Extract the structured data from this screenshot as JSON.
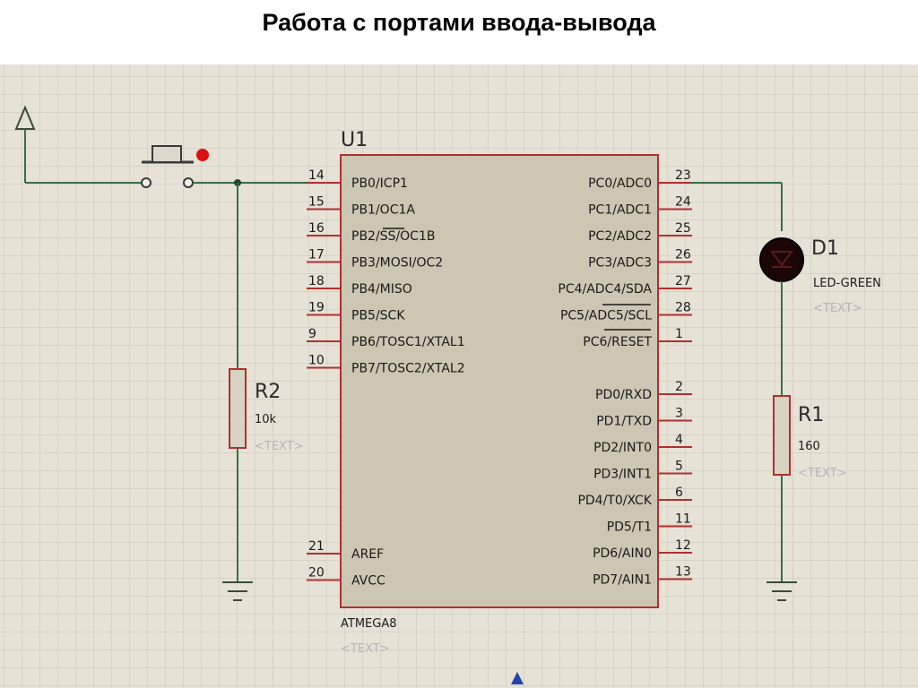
{
  "title": "Работа с портами ввода-вывода",
  "chip": {
    "ref": "U1",
    "part": "ATMEGA8",
    "text_placeholder": "<TEXT>",
    "left_pins": [
      {
        "num": "14",
        "name": "PB0/ICP1"
      },
      {
        "num": "15",
        "name": "PB1/OC1A"
      },
      {
        "num": "16",
        "name": "PB2/SS/OC1B"
      },
      {
        "num": "17",
        "name": "PB3/MOSI/OC2"
      },
      {
        "num": "18",
        "name": "PB4/MISO"
      },
      {
        "num": "19",
        "name": "PB5/SCK"
      },
      {
        "num": "9",
        "name": "PB6/TOSC1/XTAL1"
      },
      {
        "num": "10",
        "name": "PB7/TOSC2/XTAL2"
      }
    ],
    "left_bottom_pins": [
      {
        "num": "21",
        "name": "AREF"
      },
      {
        "num": "20",
        "name": "AVCC"
      }
    ],
    "right_pins": [
      {
        "num": "23",
        "name": "PC0/ADC0"
      },
      {
        "num": "24",
        "name": "PC1/ADC1"
      },
      {
        "num": "25",
        "name": "PC2/ADC2"
      },
      {
        "num": "26",
        "name": "PC3/ADC3"
      },
      {
        "num": "27",
        "name": "PC4/ADC4/SDA"
      },
      {
        "num": "28",
        "name": "PC5/ADC5/SCL"
      },
      {
        "num": "1",
        "name": "PC6/RESET"
      }
    ],
    "right_bottom_pins": [
      {
        "num": "2",
        "name": "PD0/RXD"
      },
      {
        "num": "3",
        "name": "PD1/TXD"
      },
      {
        "num": "4",
        "name": "PD2/INT0"
      },
      {
        "num": "5",
        "name": "PD3/INT1"
      },
      {
        "num": "6",
        "name": "PD4/T0/XCK"
      },
      {
        "num": "11",
        "name": "PD5/T1"
      },
      {
        "num": "12",
        "name": "PD6/AIN0"
      },
      {
        "num": "13",
        "name": "PD7/AIN1"
      }
    ]
  },
  "led": {
    "ref": "D1",
    "value": "LED-GREEN",
    "text_placeholder": "<TEXT>",
    "color": "#1a0606"
  },
  "r1": {
    "ref": "R1",
    "value": "160",
    "text_placeholder": "<TEXT>"
  },
  "r2": {
    "ref": "R2",
    "value": "10k",
    "text_placeholder": "<TEXT>"
  },
  "colors": {
    "background": "#e7e2d6",
    "grid": "#c9c4b8",
    "chip_fill": "#cbc7b3",
    "chip_border": "#b03030",
    "wire": "#3a6e4a",
    "pin": "#b03030",
    "button_dot": "#dd1111"
  }
}
